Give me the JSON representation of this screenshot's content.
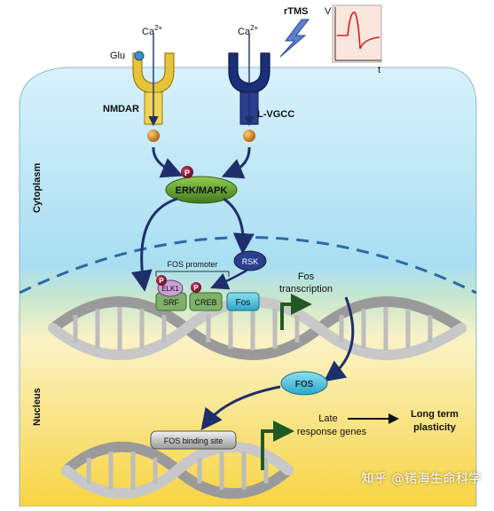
{
  "labels": {
    "ca_left": "Ca",
    "ca_right": "Ca",
    "ca_sup": "2+",
    "glu": "Glu",
    "nmdar": "NMDAR",
    "lvgcc": "L-VGCC",
    "rtms": "rTMS",
    "graph_v": "V",
    "graph_t": "t",
    "cytoplasm": "Cytoplasm",
    "nucleus": "Nucleus",
    "erk_mapk": "ERK/MAPK",
    "p": "P",
    "rsk": "RSK",
    "fos_promoter": "FOS promoter",
    "elk1": "ELK1",
    "srf": "SRF",
    "creb": "CREB",
    "fos_gene": "Fos",
    "fos_transcription_1": "Fos",
    "fos_transcription_2": "transcription",
    "fos_protein": "FOS",
    "fos_binding_site": "FOS binding site",
    "late_1": "Late",
    "late_2": "response genes",
    "ltp_1": "Long term",
    "ltp_2": "plasticity"
  },
  "watermark": "知乎 @锘海生命科学",
  "colors": {
    "cytoplasm_top": "#cfeefa",
    "cytoplasm_bottom": "#8fd3ee",
    "nucleus_top": "#fff6cf",
    "nucleus_bottom": "#f8d748",
    "arrow": "#1f2f6b",
    "erk": "#5e9a2a",
    "nmdar": "#e6c33a",
    "lvgcc": "#1b2e78",
    "green_arrow": "#1f5a22"
  }
}
